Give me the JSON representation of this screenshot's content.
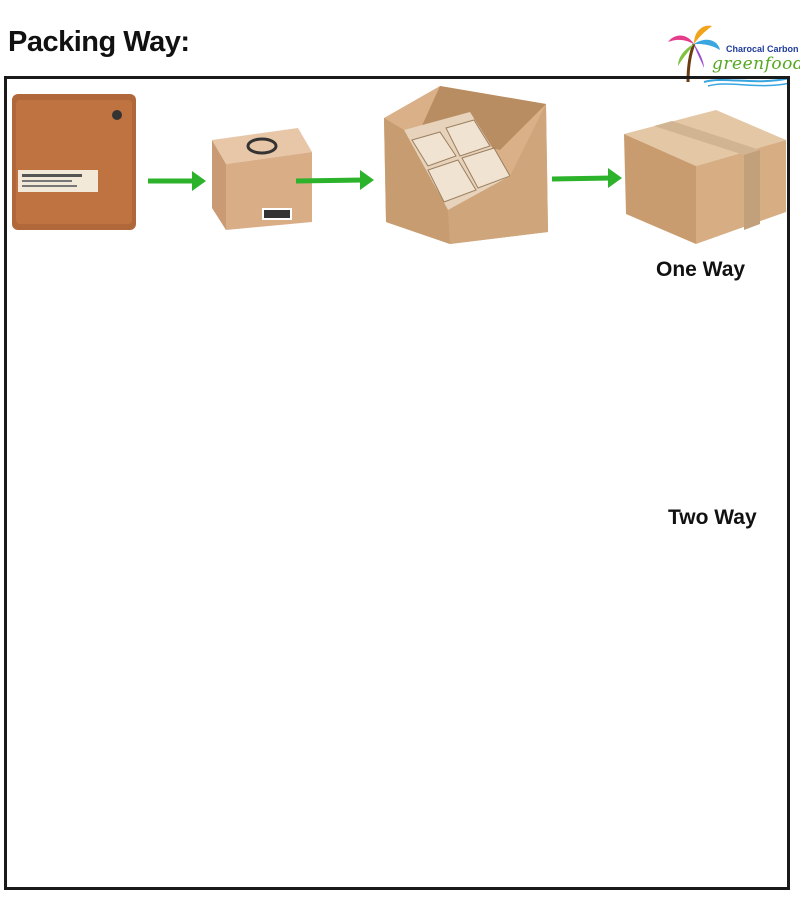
{
  "header": {
    "title": "Packing Way:"
  },
  "logo": {
    "line1": "Charocal Carbon",
    "line2": "greenfood"
  },
  "flows": {
    "one_way_label": "One Way",
    "two_way_label": "Two Way"
  },
  "colors": {
    "arrow": "#2db32b",
    "box": "#caa277",
    "frame": "#1a1a1a"
  }
}
